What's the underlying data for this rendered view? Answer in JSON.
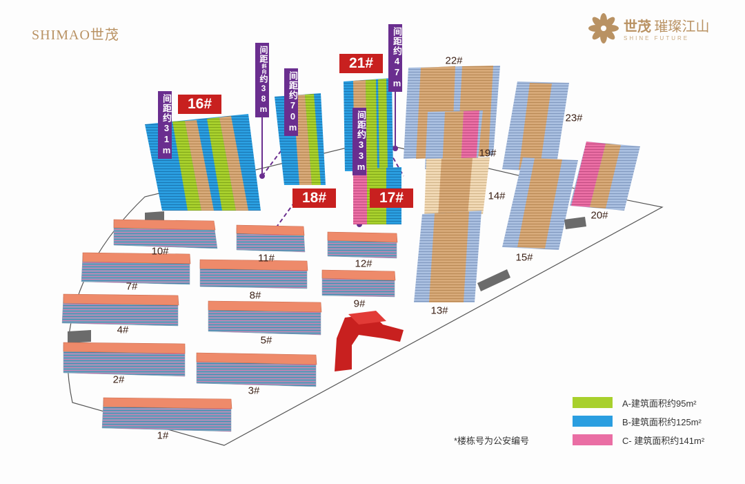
{
  "brand": {
    "left_logo_text": "SHIMAO世茂",
    "right_logo_main": "世茂",
    "right_logo_name": "璀璨江山",
    "right_logo_sub": "SHINE FUTURE",
    "accent_color": "#b99263"
  },
  "towers": {
    "t16": "16#",
    "t21": "21#",
    "t18": "18#",
    "t17": "17#",
    "t22": "22#",
    "t23": "23#",
    "t19": "19#",
    "t14": "14#",
    "t20": "20#",
    "t15": "15#",
    "t13": "13#"
  },
  "lowrise": {
    "b10": "10#",
    "b11": "11#",
    "b12": "12#",
    "b7": "7#",
    "b8": "8#",
    "b9": "9#",
    "b4": "4#",
    "b5": "5#",
    "b2": "2#",
    "b3": "3#",
    "b1": "1#"
  },
  "spacing": {
    "s31": {
      "prefix": "间距约",
      "value": "31",
      "unit": "m"
    },
    "s38": {
      "prefix": "间距",
      "note": "斜向",
      "suffix": "约",
      "value": "38",
      "unit": "m"
    },
    "s70": {
      "prefix": "间距约",
      "value": "70",
      "unit": "m"
    },
    "s47": {
      "prefix": "间距约",
      "value": "47",
      "unit": "m"
    },
    "s33": {
      "prefix": "间距约",
      "value": "33",
      "unit": "m"
    }
  },
  "legend": [
    {
      "label": "A-建筑面积约95m²",
      "color": "#a8d02d"
    },
    {
      "label": "B-建筑面积约125m²",
      "color": "#2a9ee0"
    },
    {
      "label": "C- 建筑面积约141m²",
      "color": "#ea6ea4"
    }
  ],
  "note": "*楼栋号为公安编号",
  "colors": {
    "tag_red": "#c8201f",
    "badge_purple": "#6a2e8f",
    "lowrise_roof": "#ee8a6a",
    "tower_tan": "#d7a978",
    "tower_lightblue": "#a9bfe0"
  }
}
